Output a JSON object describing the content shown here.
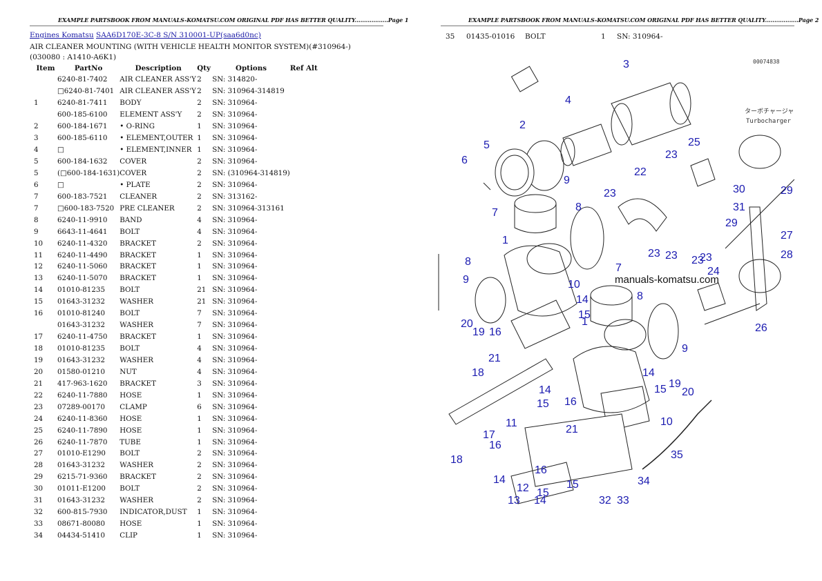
{
  "page1": {
    "header": "EXAMPLE PARTSBOOK FROM MANUALS-KOMATSU.COM ORIGINAL PDF HAS BETTER QUALITY..................Page 1",
    "breadcrumb": {
      "engines": "Engines Komatsu",
      "model": "SAA6D170E-3C-8 S/N 310001-UP(saa6d0nc)"
    },
    "title": "AIR CLEANER MOUNTING (WITH VEHICLE HEALTH MONITOR SYSTEM)(#310964-)(030080 : A1410-A6K1)",
    "columns": [
      "Item",
      "PartNo",
      "Description",
      "Qty",
      "Options",
      "Ref Alt"
    ],
    "rows": [
      [
        "",
        "6240-81-7402",
        "AIR CLEANER ASS'Y",
        "2",
        "SN: 314820-",
        ""
      ],
      [
        "",
        "□6240-81-7401",
        "AIR CLEANER ASS'Y",
        "2",
        "SN: 310964-314819",
        ""
      ],
      [
        "1",
        "6240-81-7411",
        "BODY",
        "2",
        "SN: 310964-",
        ""
      ],
      [
        "",
        "600-185-6100",
        "ELEMENT ASS'Y",
        "2",
        "SN: 310964-",
        ""
      ],
      [
        "2",
        "600-184-1671",
        "• O-RING",
        "1",
        "SN: 310964-",
        ""
      ],
      [
        "3",
        "600-185-6110",
        "• ELEMENT,OUTER",
        "1",
        "SN: 310964-",
        ""
      ],
      [
        "4",
        "□",
        "• ELEMENT,INNER",
        "1",
        "SN: 310964-",
        ""
      ],
      [
        "5",
        "600-184-1632",
        "COVER",
        "2",
        "SN: 310964-",
        ""
      ],
      [
        "5",
        "(□600-184-1631)",
        "COVER",
        "2",
        "SN: (310964-314819)",
        ""
      ],
      [
        "6",
        "□",
        "• PLATE",
        "2",
        "SN: 310964-",
        ""
      ],
      [
        "7",
        "600-183-7521",
        "CLEANER",
        "2",
        "SN: 313162-",
        ""
      ],
      [
        "7",
        "□600-183-7520",
        "PRE CLEANER",
        "2",
        "SN: 310964-313161",
        ""
      ],
      [
        "8",
        "6240-11-9910",
        "BAND",
        "4",
        "SN: 310964-",
        ""
      ],
      [
        "9",
        "6643-11-4641",
        "BOLT",
        "4",
        "SN: 310964-",
        ""
      ],
      [
        "10",
        "6240-11-4320",
        "BRACKET",
        "2",
        "SN: 310964-",
        ""
      ],
      [
        "11",
        "6240-11-4490",
        "BRACKET",
        "1",
        "SN: 310964-",
        ""
      ],
      [
        "12",
        "6240-11-5060",
        "BRACKET",
        "1",
        "SN: 310964-",
        ""
      ],
      [
        "13",
        "6240-11-5070",
        "BRACKET",
        "1",
        "SN: 310964-",
        ""
      ],
      [
        "14",
        "01010-81235",
        "BOLT",
        "21",
        "SN: 310964-",
        ""
      ],
      [
        "15",
        "01643-31232",
        "WASHER",
        "21",
        "SN: 310964-",
        ""
      ],
      [
        "16",
        "01010-81240",
        "BOLT",
        "7",
        "SN: 310964-",
        ""
      ],
      [
        "",
        "01643-31232",
        "WASHER",
        "7",
        "SN: 310964-",
        ""
      ],
      [
        "17",
        "6240-11-4750",
        "BRACKET",
        "1",
        "SN: 310964-",
        ""
      ],
      [
        "18",
        "01010-81235",
        "BOLT",
        "4",
        "SN: 310964-",
        ""
      ],
      [
        "19",
        "01643-31232",
        "WASHER",
        "4",
        "SN: 310964-",
        ""
      ],
      [
        "20",
        "01580-01210",
        "NUT",
        "4",
        "SN: 310964-",
        ""
      ],
      [
        "21",
        "417-963-1620",
        "BRACKET",
        "3",
        "SN: 310964-",
        ""
      ],
      [
        "22",
        "6240-11-7880",
        "HOSE",
        "1",
        "SN: 310964-",
        ""
      ],
      [
        "23",
        "07289-00170",
        "CLAMP",
        "6",
        "SN: 310964-",
        ""
      ],
      [
        "24",
        "6240-11-8360",
        "HOSE",
        "1",
        "SN: 310964-",
        ""
      ],
      [
        "25",
        "6240-11-7890",
        "HOSE",
        "1",
        "SN: 310964-",
        ""
      ],
      [
        "26",
        "6240-11-7870",
        "TUBE",
        "1",
        "SN: 310964-",
        ""
      ],
      [
        "27",
        "01010-E1290",
        "BOLT",
        "2",
        "SN: 310964-",
        ""
      ],
      [
        "28",
        "01643-31232",
        "WASHER",
        "2",
        "SN: 310964-",
        ""
      ],
      [
        "29",
        "6215-71-9360",
        "BRACKET",
        "2",
        "SN: 310964-",
        ""
      ],
      [
        "30",
        "01011-E1200",
        "BOLT",
        "2",
        "SN: 310964-",
        ""
      ],
      [
        "31",
        "01643-31232",
        "WASHER",
        "2",
        "SN: 310964-",
        ""
      ],
      [
        "32",
        "600-815-7930",
        "INDICATOR,DUST",
        "1",
        "SN: 310964-",
        ""
      ],
      [
        "33",
        "08671-80080",
        "HOSE",
        "1",
        "SN: 310964-",
        ""
      ],
      [
        "34",
        "04434-51410",
        "CLIP",
        "1",
        "SN: 310964-",
        ""
      ]
    ]
  },
  "page2": {
    "header": "EXAMPLE PARTSBOOK FROM MANUALS-KOMATSU.COM ORIGINAL PDF HAS BETTER QUALITY..................Page 2",
    "row": [
      "35",
      "01435-01016",
      "BOLT",
      "1",
      "SN: 310964-"
    ],
    "diagram": {
      "drawing_no": "00074838",
      "watermark": "manuals-komatsu.com",
      "jp_note": "ターボチャージャ",
      "en_note": "Turbocharger",
      "callouts": [
        {
          "n": "3"
        },
        {
          "n": "4"
        },
        {
          "n": "2"
        },
        {
          "n": "5"
        },
        {
          "n": "6"
        },
        {
          "n": "9"
        },
        {
          "n": "8"
        },
        {
          "n": "7"
        },
        {
          "n": "1"
        },
        {
          "n": "23"
        },
        {
          "n": "22"
        },
        {
          "n": "25"
        },
        {
          "n": "23"
        },
        {
          "n": "23"
        },
        {
          "n": "30"
        },
        {
          "n": "29"
        },
        {
          "n": "31"
        },
        {
          "n": "29"
        },
        {
          "n": "27"
        },
        {
          "n": "28"
        },
        {
          "n": "23"
        },
        {
          "n": "23"
        },
        {
          "n": "24"
        },
        {
          "n": "23"
        },
        {
          "n": "8"
        },
        {
          "n": "9"
        },
        {
          "n": "10"
        },
        {
          "n": "14"
        },
        {
          "n": "15"
        },
        {
          "n": "7"
        },
        {
          "n": "1"
        },
        {
          "n": "8"
        },
        {
          "n": "26"
        },
        {
          "n": "20"
        },
        {
          "n": "19"
        },
        {
          "n": "16"
        },
        {
          "n": "21"
        },
        {
          "n": "9"
        },
        {
          "n": "18"
        },
        {
          "n": "14"
        },
        {
          "n": "14"
        },
        {
          "n": "15"
        },
        {
          "n": "15"
        },
        {
          "n": "16"
        },
        {
          "n": "19"
        },
        {
          "n": "20"
        },
        {
          "n": "10"
        },
        {
          "n": "11"
        },
        {
          "n": "21"
        },
        {
          "n": "17"
        },
        {
          "n": "16"
        },
        {
          "n": "18"
        },
        {
          "n": "35"
        },
        {
          "n": "16"
        },
        {
          "n": "15"
        },
        {
          "n": "14"
        },
        {
          "n": "13"
        },
        {
          "n": "12"
        },
        {
          "n": "15"
        },
        {
          "n": "14"
        },
        {
          "n": "34"
        },
        {
          "n": "32"
        },
        {
          "n": "33"
        }
      ]
    }
  }
}
